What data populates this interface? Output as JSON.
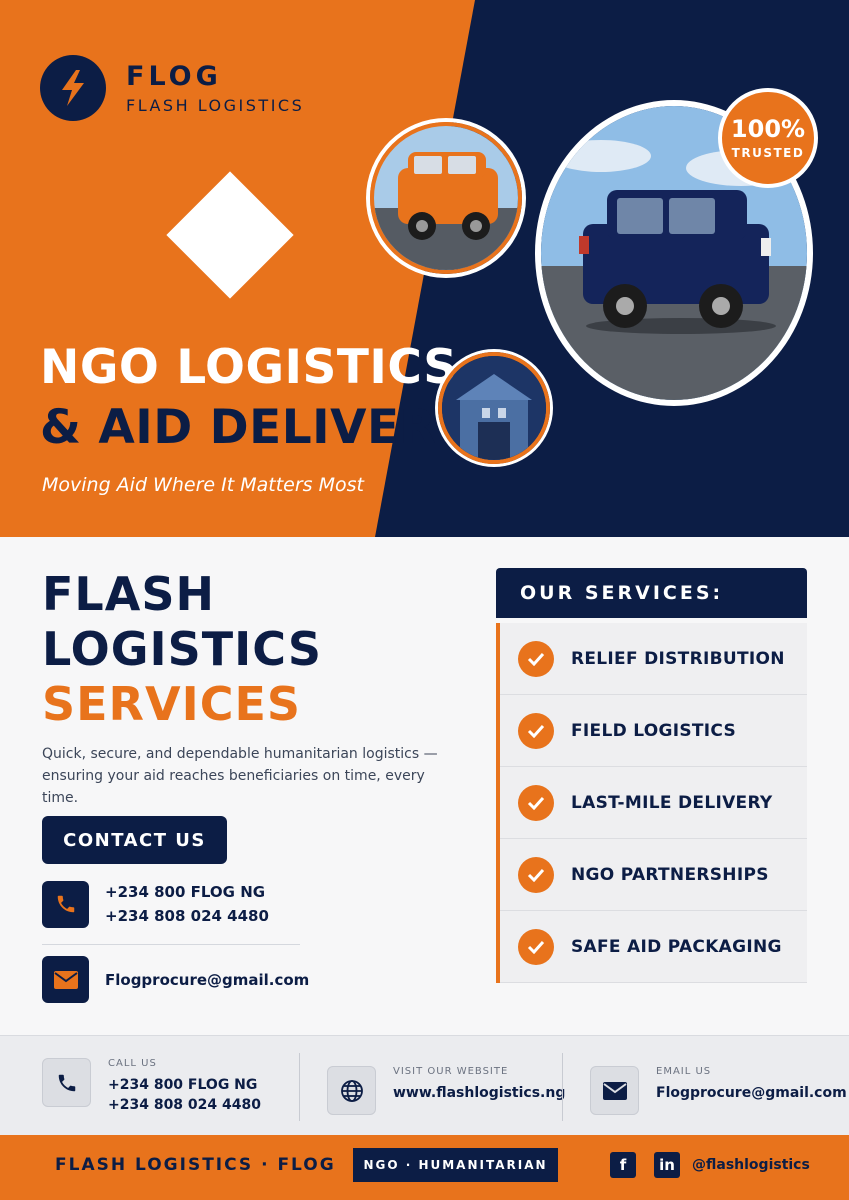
{
  "brand": {
    "name": "FLOG",
    "full_name": "FLASH LOGISTICS"
  },
  "hero": {
    "title_line1": "NGO LOGISTICS",
    "title_line2": "& AID DELIVERY",
    "tagline": "Moving Aid Where It Matters Most",
    "badge_big": "100%",
    "badge_small": "TRUSTED"
  },
  "main": {
    "title_line1": "FLASH",
    "title_line2": "LOGISTICS",
    "title_line3": "SERVICES",
    "description": "Quick, secure, and dependable humanitarian logistics — ensuring your aid reaches beneficiaries on time, every time.",
    "contact_button": "CONTACT US",
    "phone1": "+234 800 FLOG NG",
    "phone2": "+234 808 024 4480",
    "email": "Flogprocure@gmail.com"
  },
  "services": {
    "heading": "OUR SERVICES:",
    "items": [
      {
        "label": "RELIEF DISTRIBUTION"
      },
      {
        "label": "FIELD LOGISTICS"
      },
      {
        "label": "LAST-MILE DELIVERY"
      },
      {
        "label": "NGO PARTNERSHIPS"
      },
      {
        "label": "SAFE AID PACKAGING"
      }
    ]
  },
  "strip": {
    "call_label": "CALL US",
    "call_phone1": "+234 800 FLOG NG",
    "call_phone2": "+234 808 024 4480",
    "web_label": "VISIT OUR WEBSITE",
    "web_value": "www.flashlogistics.ng",
    "email_label": "EMAIL US",
    "email_value": "Flogprocure@gmail.com"
  },
  "footer": {
    "brand_line": "FLASH LOGISTICS · FLOG",
    "tag": "NGO · HUMANITARIAN",
    "facebook_glyph": "f",
    "linkedin_glyph": "in",
    "handle": "@flashlogistics"
  },
  "colors": {
    "navy": "#0c1d45",
    "orange": "#e8731c",
    "light": "#f7f7f8"
  },
  "icons": [
    "lightning-icon",
    "phone-icon",
    "mail-icon",
    "globe-icon",
    "check-icon",
    "facebook-icon",
    "linkedin-icon"
  ]
}
